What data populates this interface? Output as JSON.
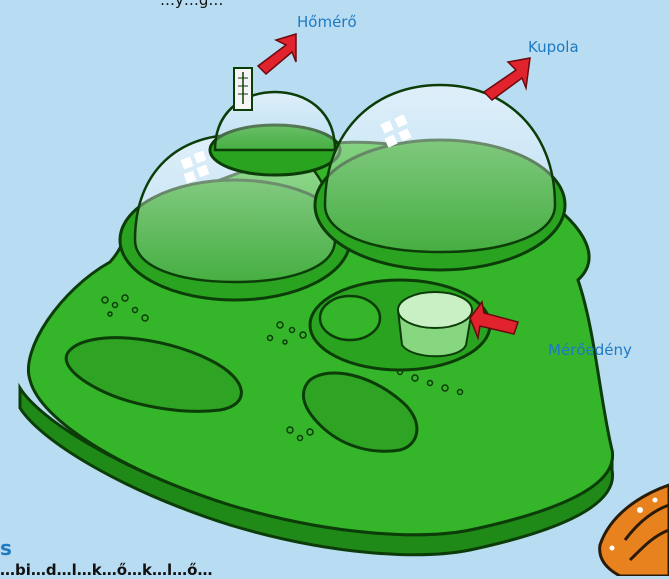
{
  "labels": {
    "thermometer": "Hőmérő",
    "dome": "Kupola",
    "measuring_cup": "Mérőedény"
  },
  "cut_off_text": {
    "top": "…y…g…",
    "heading": "s",
    "body": "…bi…d…l…k…ő…k…l…ő…"
  },
  "colors": {
    "background": "#b8dcf2",
    "tray_green": "#35b52a",
    "tray_dark": "#1f8a18",
    "arrow_red": "#e0232c",
    "label_blue": "#1f7ac2"
  }
}
